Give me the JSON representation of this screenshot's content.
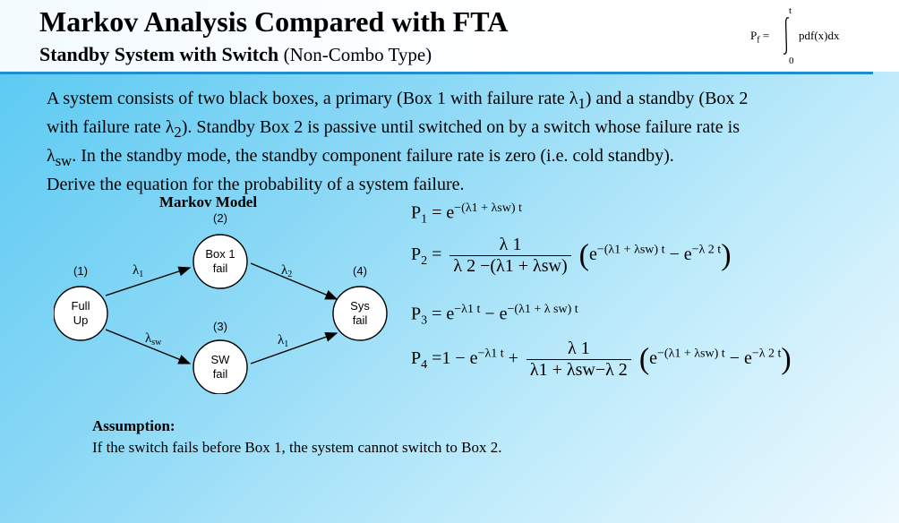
{
  "header": {
    "title": "Markov Analysis Compared with FTA",
    "subtitle": "Standby System with Switch",
    "subtitle_note": "(Non-Combo Type)",
    "formula": {
      "lhs": "P",
      "lhs_sub": "f",
      "upper": "t",
      "lower": "0",
      "integrand": "pdf(x)dx"
    }
  },
  "description": {
    "s1": "A system consists of two black boxes, a primary (Box 1 with failure rate λ",
    "s1_sub": "1",
    "s2": ") and a standby (Box 2",
    "s3": "with failure rate λ",
    "s3_sub": "2",
    "s4": "). Standby Box 2 is passive until switched on by a switch whose failure rate is",
    "s5": "λ",
    "s5_sub": "sw",
    "s6": ". In the standby mode, the standby component failure rate is zero (i.e. cold standby).",
    "s7": "Derive the equation for the probability of a system failure."
  },
  "markov": {
    "title": "Markov Model",
    "states": [
      {
        "id": "(1)",
        "line1": "Full",
        "line2": "Up"
      },
      {
        "id": "(2)",
        "line1": "Box 1",
        "line2": "fail"
      },
      {
        "id": "(3)",
        "line1": "SW",
        "line2": "fail"
      },
      {
        "id": "(4)",
        "line1": "Sys",
        "line2": "fail"
      }
    ],
    "transitions": [
      {
        "symbol": "λ",
        "sub": "1"
      },
      {
        "symbol": "λ",
        "sub": "2"
      },
      {
        "symbol": "λ",
        "sub": "sw"
      },
      {
        "symbol": "λ",
        "sub": "1"
      }
    ]
  },
  "equations": {
    "p1": {
      "lhs": "P",
      "sub": "1",
      "eq": " = e",
      "exp": "−(λ1 + λsw) t"
    },
    "p2": {
      "lhs": "P",
      "sub": "2",
      "eq": " = ",
      "num": "λ 1",
      "den": "λ 2 −(λ1 + λsw)",
      "t1": "e",
      "e1": "−(λ1 + λsw) t",
      "minus": " − e",
      "e2": "−λ 2 t"
    },
    "p3": {
      "lhs": "P",
      "sub": "3",
      "eq": " = e",
      "e1": "−λ1 t",
      "minus": " − e",
      "e2": "−(λ1 + λ sw) t"
    },
    "p4": {
      "lhs": "P",
      "sub": "4",
      "eq": " =1 − e",
      "e1": "−λ1 t",
      "plus": " + ",
      "num": "λ 1",
      "den": "λ1 + λsw−λ 2",
      "t1": "e",
      "e2": "−(λ1 + λsw) t",
      "minus": " − e",
      "e3": "−λ 2 t"
    }
  },
  "assumption": {
    "heading": "Assumption:",
    "text": "If the switch fails before Box 1, the system cannot  switch to Box 2."
  }
}
